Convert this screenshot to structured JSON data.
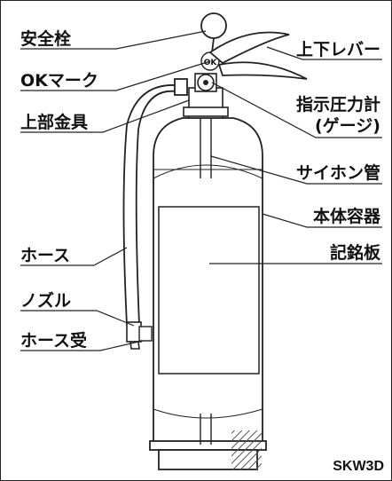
{
  "labels": {
    "safety_pin": "安全栓",
    "ok_mark": "OKマーク",
    "upper_fitting": "上部金具",
    "hose": "ホース",
    "nozzle": "ノズル",
    "hose_holder": "ホース受",
    "lever": "上下レバー",
    "pressure_gauge_line1": "指示圧力計",
    "pressure_gauge_line2": "(ゲージ)",
    "siphon_tube": "サイホン管",
    "cylinder": "本体容器",
    "nameplate": "記銘板"
  },
  "model_code": "SKW3D",
  "ok_badge": "OK",
  "colors": {
    "line": "#222222",
    "hatch": "#555555",
    "background": "#ffffff"
  }
}
